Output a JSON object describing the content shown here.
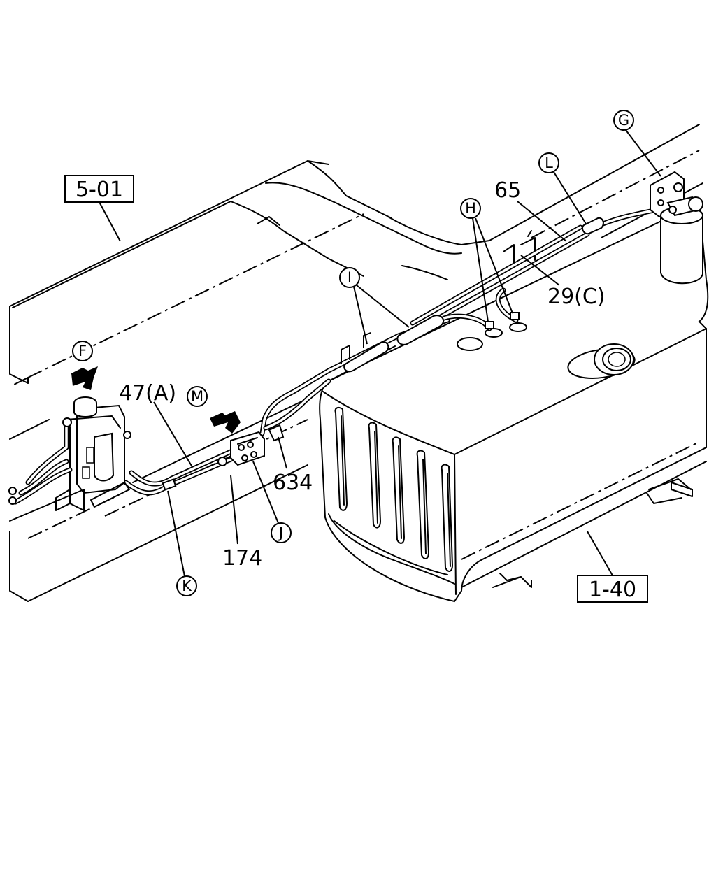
{
  "ref_boxes": {
    "box_5_01": "5-01",
    "box_1_40": "1-40"
  },
  "part_numbers": {
    "p65": "65",
    "p29": "29(C)",
    "p47": "47(A)",
    "p634": "634",
    "p174": "174"
  },
  "callouts": {
    "F": "F",
    "G": "G",
    "H": "H",
    "I": "I",
    "J": "J",
    "K": "K",
    "L": "L",
    "M": "M"
  }
}
